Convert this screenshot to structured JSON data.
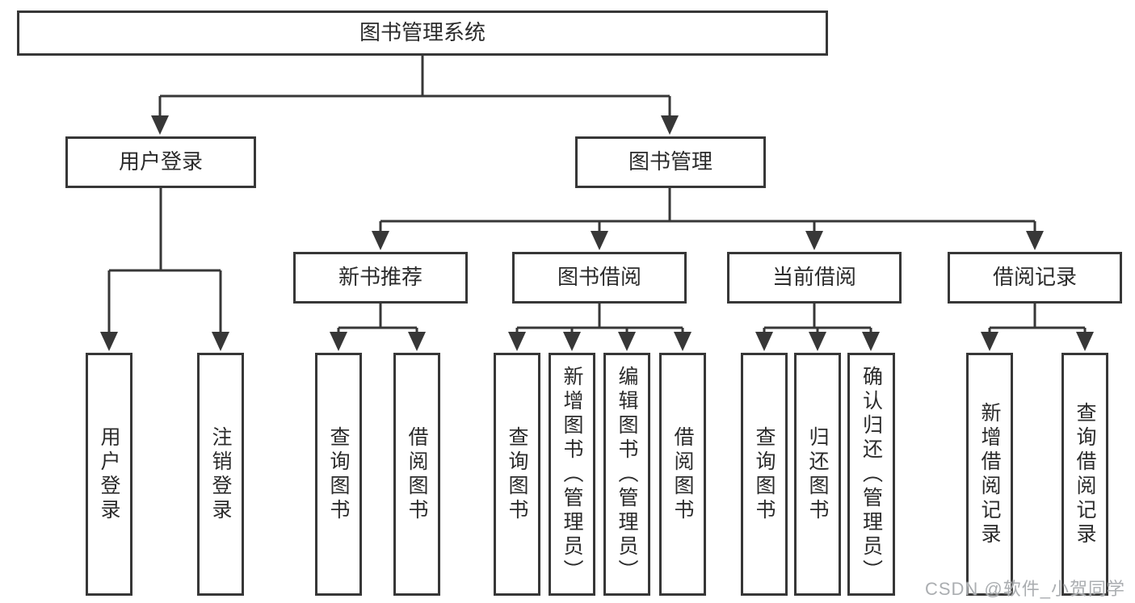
{
  "colors": {
    "background": "#ffffff",
    "line": "#373737",
    "box_border": "#373737",
    "text": "#2b2b2b",
    "watermark": "#abaeb1"
  },
  "tree": {
    "root": "图书管理系统",
    "branches": [
      {
        "label": "用户登录",
        "children": [
          {
            "label": "用户登录"
          },
          {
            "label": "注销登录"
          }
        ]
      },
      {
        "label": "图书管理",
        "children": [
          {
            "label": "新书推荐",
            "children": [
              {
                "label": "查询图书"
              },
              {
                "label": "借阅图书"
              }
            ]
          },
          {
            "label": "图书借阅",
            "children": [
              {
                "label": "查询图书"
              },
              {
                "label": "新增图书（管理员）"
              },
              {
                "label": "编辑图书（管理员）"
              },
              {
                "label": "借阅图书"
              }
            ]
          },
          {
            "label": "当前借阅",
            "children": [
              {
                "label": "查询图书"
              },
              {
                "label": "归还图书"
              },
              {
                "label": "确认归还（管理员）"
              }
            ]
          },
          {
            "label": "借阅记录",
            "children": [
              {
                "label": "新增借阅记录"
              },
              {
                "label": "查询借阅记录"
              }
            ]
          }
        ]
      }
    ]
  },
  "watermark": "CSDN @软件_小贺同学"
}
